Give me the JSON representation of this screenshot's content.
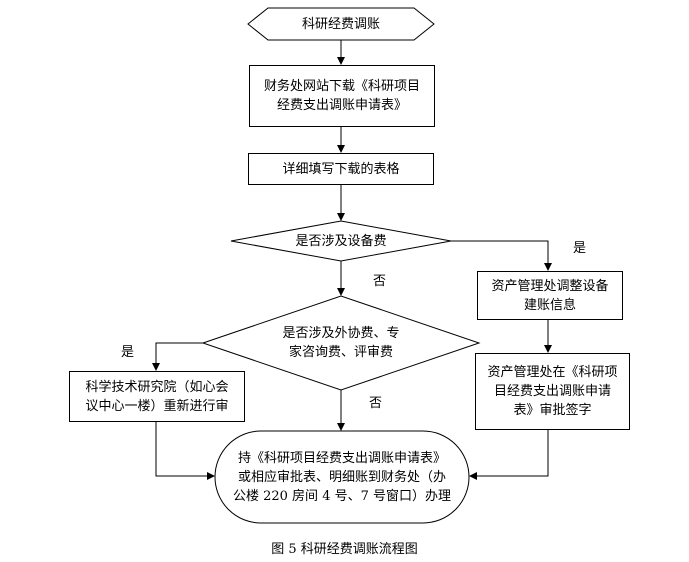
{
  "start": "科研经费调账",
  "step1": "财务处网站下载《科研项目\n经费支出调账申请表》",
  "step2": "详细填写下载的表格",
  "decision1": "是否涉及设备费",
  "decision1_yes": "是",
  "decision1_no": "否",
  "asset1": "资产管理处调整设备\n建账信息",
  "asset2": "资产管理处在《科研项\n目经费支出调账申请\n表》审批签字",
  "decision2": "是否涉及外协费、专\n家咨询费、评审费",
  "decision2_yes": "是",
  "decision2_no": "否",
  "research": "科学技术研究院（如心会\n议中心一楼）重新进行审",
  "final": "持《科研项目经费支出调账申请表》\n或相应审批表、明细账到财务处（办\n公楼 220 房间 4 号、7 号窗口）办理",
  "caption": "图 5    科研经费调账流程图"
}
